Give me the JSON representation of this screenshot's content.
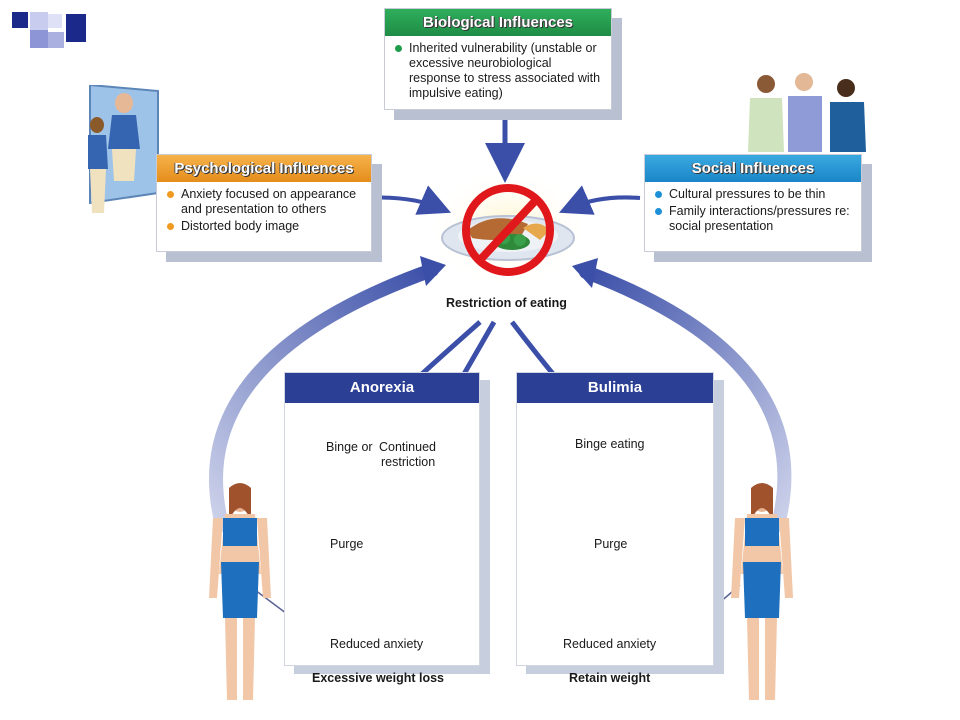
{
  "colors": {
    "corner_navy": "#1b2a8a",
    "corner_lavender": "#aab0e0",
    "arrow_blue": "#3b4fa8",
    "panel_header": "#2b3f95",
    "biological_header": "#2fae5c",
    "psychological_header": "#f09a22",
    "social_header": "#1d8fd6"
  },
  "biological": {
    "title": "Biological Influences",
    "items": [
      "Inherited vulnerability (unstable or excessive neurobiological response to stress associated with impulsive eating)"
    ]
  },
  "psychological": {
    "title": "Psychological Influences",
    "items": [
      "Anxiety focused on appearance and presentation to others",
      "Distorted body image"
    ]
  },
  "social": {
    "title": "Social Influences",
    "items": [
      "Cultural pressures to be thin",
      "Family interactions/pressures re: social presentation"
    ]
  },
  "center": {
    "label": "Restriction of eating"
  },
  "anorexia": {
    "title": "Anorexia",
    "binge_or": "Binge or",
    "continued_1": "Continued",
    "continued_2": "restriction",
    "purge": "Purge",
    "reduced": "Reduced anxiety",
    "outcome": "Excessive weight loss"
  },
  "bulimia": {
    "title": "Bulimia",
    "binge": "Binge eating",
    "purge": "Purge",
    "reduced": "Reduced anxiety",
    "outcome": "Retain weight"
  },
  "icons": [
    "prohibition-sign-icon",
    "food-plate-icon",
    "mirror-woman-illustration",
    "three-people-illustration",
    "woman-figure-illustration"
  ]
}
